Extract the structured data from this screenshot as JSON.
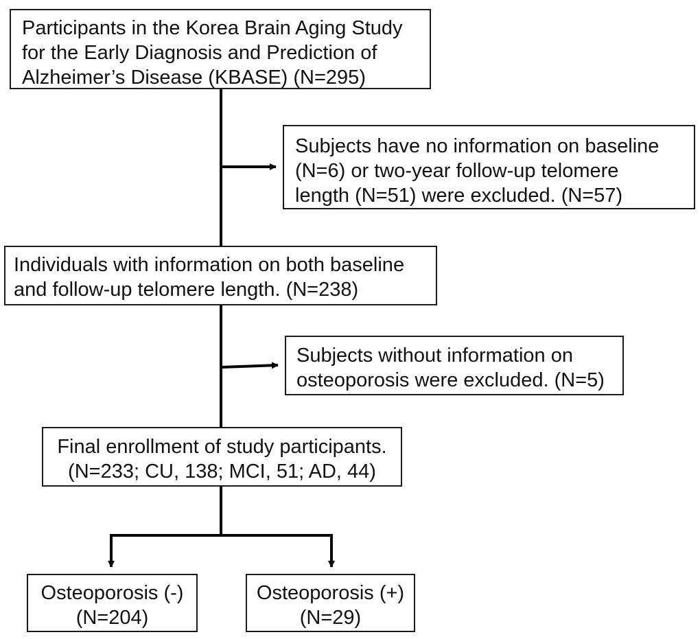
{
  "flowchart": {
    "participants": {
      "lines": [
        "Participants in the Korea Brain Aging Study",
        "for the Early Diagnosis and Prediction of",
        "Alzheimer’s Disease (KBASE) (N=295)"
      ]
    },
    "excluded_1": {
      "lines": [
        "Subjects have no information on baseline",
        "(N=6) or two-year follow-up telomere",
        "length (N=51) were excluded. (N=57)"
      ]
    },
    "individuals": {
      "lines": [
        "Individuals with information on both baseline",
        "and follow-up telomere length. (N=238)"
      ]
    },
    "excluded_2": {
      "lines": [
        "Subjects without information on",
        "osteoporosis were excluded. (N=5)"
      ]
    },
    "final": {
      "lines": [
        "Final enrollment of study participants.",
        "(N=233; CU, 138; MCI, 51; AD, 44)"
      ]
    },
    "osteoporosis_negative": {
      "lines": [
        "Osteoporosis (-)",
        "(N=204)"
      ]
    },
    "osteoporosis_positive": {
      "lines": [
        "Osteoporosis (+)",
        "(N=29)"
      ]
    }
  },
  "colors": {
    "line": "#000000",
    "border": "#1a1a1a",
    "text": "#111111",
    "background": "#ffffff"
  }
}
